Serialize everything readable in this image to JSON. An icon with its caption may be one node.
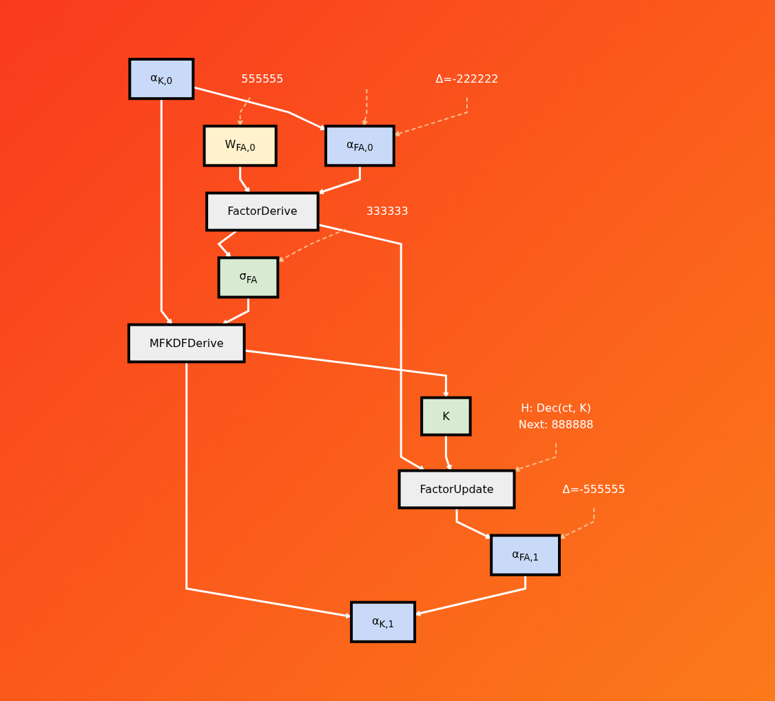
{
  "diagram": {
    "nodes": [
      {
        "text": [
          "α$_{K,0}$"
        ]
      },
      {
        "text": [
          "W$_{FA,0}$"
        ]
      },
      {
        "text": [
          "555555"
        ]
      },
      {
        "text": [
          "α$_{FA,0}$"
        ]
      },
      {
        "text": [
          "Δ=-222222"
        ]
      },
      {
        "text": [
          "FactorDerive"
        ]
      },
      {
        "text": [
          "σ$_{FA}$"
        ]
      },
      {
        "text": [
          "333333"
        ]
      },
      {
        "text": [
          "MFKDFDerive"
        ]
      },
      {
        "text": [
          "K"
        ]
      },
      {
        "text": [
          "FactorUpdate"
        ]
      },
      {
        "text": [
          "H: Dec(ct, K)",
          "Next: 888888"
        ]
      },
      {
        "text": [
          "α$_{FA,1}$"
        ]
      },
      {
        "text": [
          "Δ=-555555"
        ]
      },
      {
        "text": [
          "α$_{K,1}$"
        ]
      }
    ],
    "edges": [
      {
        "from": 0,
        "to": 3,
        "arrow": "to"
      },
      {
        "from": 2,
        "to": 1,
        "arrow": "to",
        "style": "dashed",
        "color": "#f8c08a"
      },
      {
        "from": null,
        "to": 3,
        "arrow": "to",
        "style": "dashed",
        "color": "#f8c08a"
      },
      {
        "from": 4,
        "to": 3,
        "arrow": "to",
        "style": "dashed",
        "color": "#f8c08a"
      },
      {
        "from": 1,
        "to": 5,
        "arrow": "to"
      },
      {
        "from": 3,
        "to": 5,
        "arrow": "to"
      },
      {
        "from": 0,
        "to": 8,
        "arrow": "to"
      },
      {
        "from": 5,
        "to": 6,
        "arrow": "to"
      },
      {
        "from": 5,
        "to": 10,
        "arrow": "to"
      },
      {
        "from": 7,
        "to": 6,
        "arrow": "to",
        "style": "dashed",
        "color": "#f8c08a"
      },
      {
        "from": 6,
        "to": 8,
        "arrow": "to"
      },
      {
        "from": 8,
        "to": 9,
        "arrow": "to"
      },
      {
        "from": 8,
        "to": 14,
        "arrow": "to"
      },
      {
        "from": 9,
        "to": 10,
        "arrow": "to"
      },
      {
        "from": 11,
        "to": 10,
        "arrow": "to",
        "style": "dashed",
        "color": "#f8c08a"
      },
      {
        "from": 10,
        "to": 12,
        "arrow": "to"
      },
      {
        "from": 13,
        "to": 12,
        "arrow": "to",
        "style": "dashed",
        "color": "#f8c08a"
      },
      {
        "from": 12,
        "to": 14,
        "arrow": "to"
      }
    ]
  }
}
